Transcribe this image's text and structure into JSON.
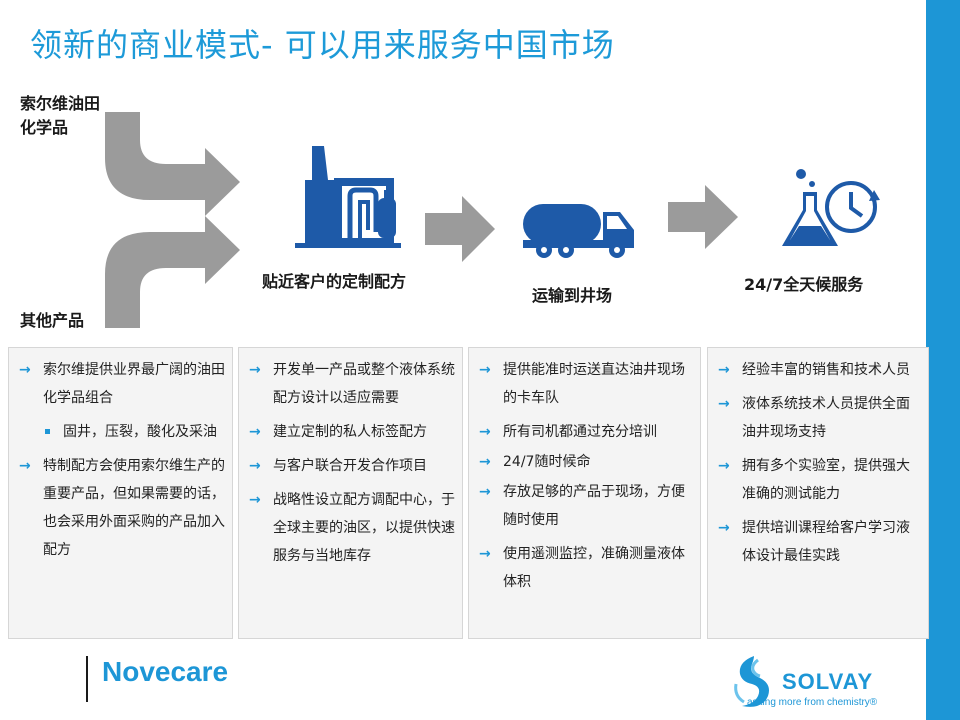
{
  "title": "领新的商业模式- 可以用来服务中国市场",
  "inputs": {
    "solvay_line1": "索尔维油田",
    "solvay_line2": "化学品",
    "other": "其他产品"
  },
  "steps": [
    {
      "label": "贴近客户的定制配方",
      "icon": "factory-icon"
    },
    {
      "label": "运输到井场",
      "icon": "truck-icon"
    },
    {
      "label": "24/7全天候服务",
      "icon": "flask-clock-icon"
    }
  ],
  "panels": [
    {
      "items": [
        {
          "text": "索尔维提供业界最广阔的油田化学品组合",
          "sub": [
            "固井，压裂，酸化及采油"
          ]
        },
        {
          "text": "特制配方会使用索尔维生产的重要产品，但如果需要的话，也会采用外面采购的产品加入配方"
        }
      ]
    },
    {
      "items": [
        {
          "text": "开发单一产品或整个液体系统配方设计以适应需要"
        },
        {
          "text": "建立定制的私人标签配方"
        },
        {
          "text": "与客户联合开发合作项目"
        },
        {
          "text": "战略性设立配方调配中心，于全球主要的油区，以提供快速服务与当地库存"
        }
      ]
    },
    {
      "items": [
        {
          "text": "提供能准时运送直达油井现场的卡车队"
        },
        {
          "text": "所有司机都通过充分培训"
        },
        {
          "text": "24/7随时候命"
        },
        {
          "text": "存放足够的产品于现场，方便随时使用"
        },
        {
          "text": "使用遥测监控，准确测量液体体积"
        }
      ]
    },
    {
      "items": [
        {
          "text": "经验丰富的销售和技术人员"
        },
        {
          "text": "液体系统技术人员提供全面油井现场支持"
        },
        {
          "text": "拥有多个实验室，提供强大准确的测试能力"
        },
        {
          "text": "提供培训课程给客户学习液体设计最佳实践"
        }
      ]
    }
  ],
  "footer": {
    "brand": "Novecare",
    "company": "SOLVAY",
    "tagline": "asking more from chemistry®"
  },
  "colors": {
    "accent": "#1d96d6",
    "arrow_gray": "#9b9b9b",
    "icon_blue": "#1e5aa8"
  }
}
